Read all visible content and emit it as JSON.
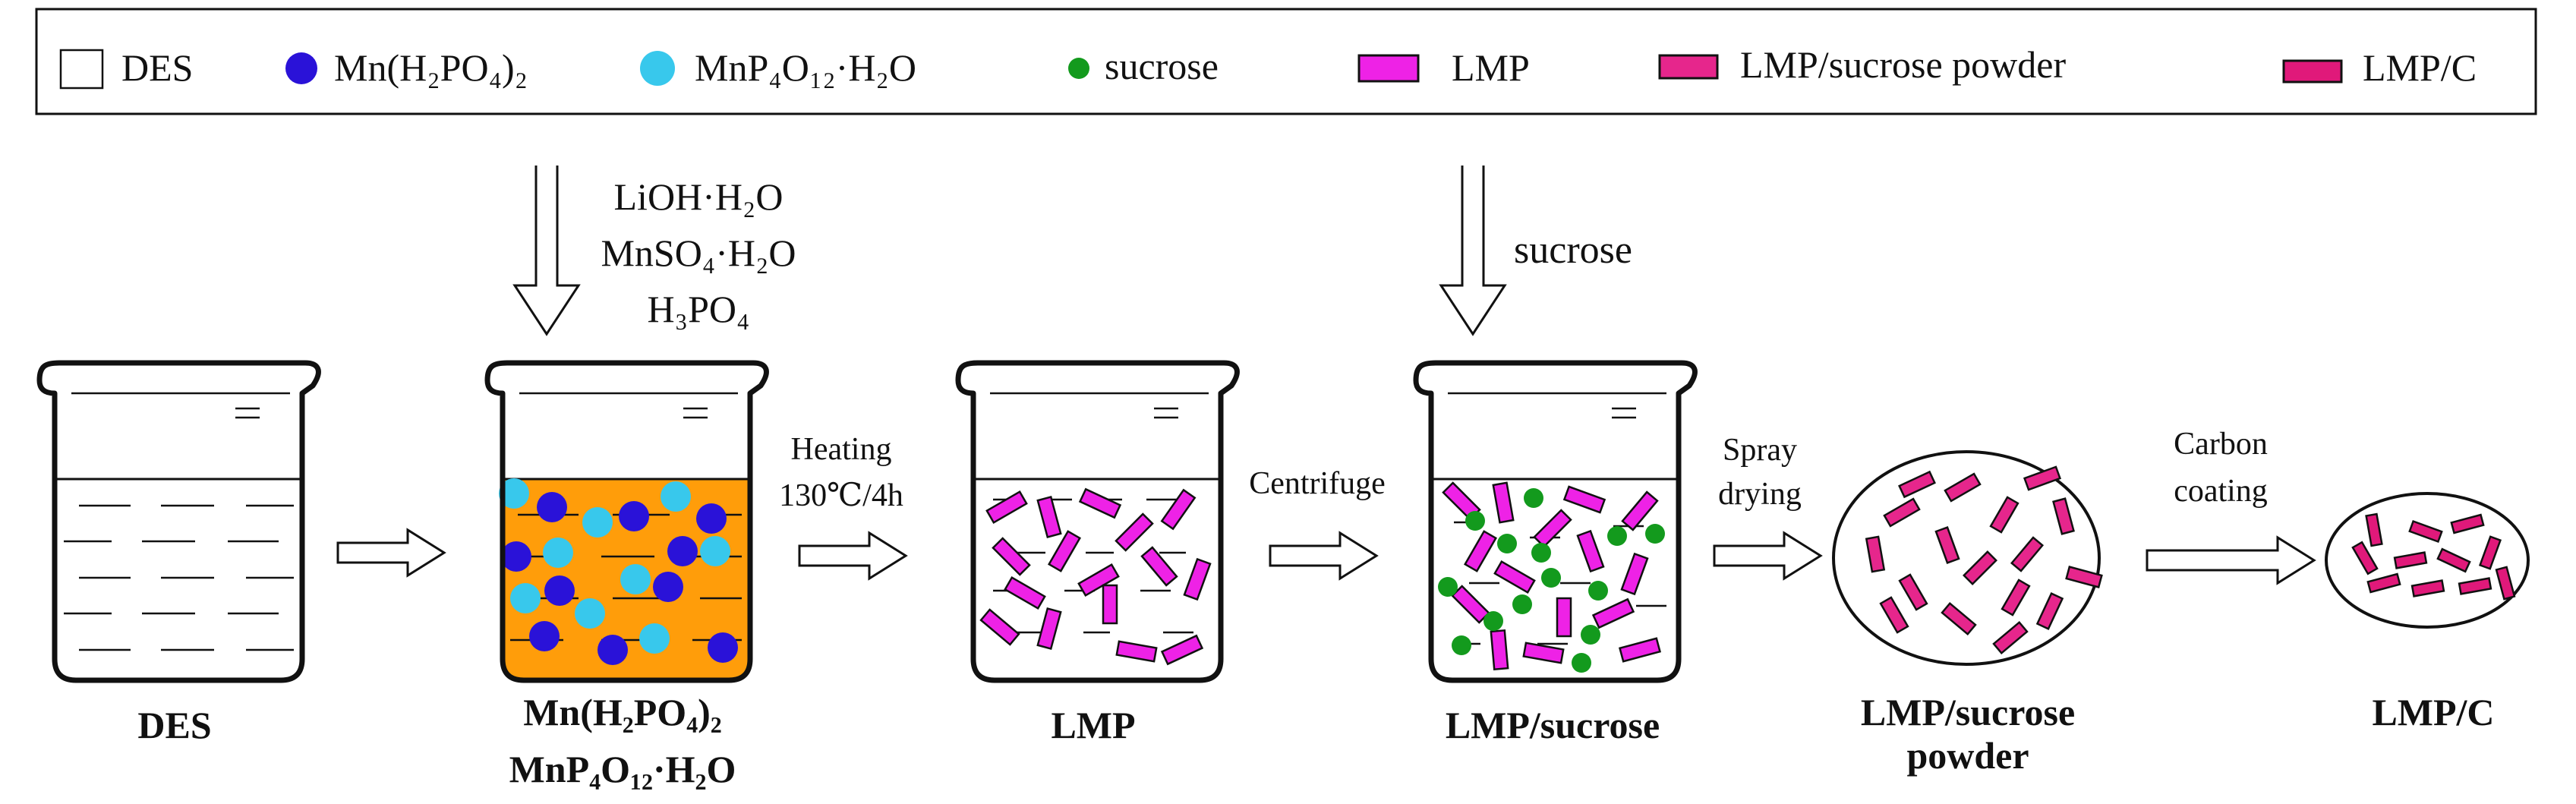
{
  "colors": {
    "mn_h2po4": "#2a12d8",
    "mnp4o12": "#38c8ec",
    "sucrose": "#139a1d",
    "lmp": "#ee22e6",
    "lmp_sucrose_powder": "#e6268c",
    "lmp_c": "#e0197a",
    "liquid_orange": "#ff9d0a",
    "ink": "#111111"
  },
  "legend": {
    "des": "DES",
    "mn_h2po4": "Mn(H₂PO₄)₂",
    "mnp4o12": "MnP₄O₁₂·H₂O",
    "sucrose": "sucrose",
    "lmp": "LMP",
    "lmp_sucrose_powder": "LMP/sucrose powder",
    "lmp_c": "LMP/C"
  },
  "reagents": {
    "line1": "LiOH·H₂O",
    "line2": "MnSO₄·H₂O",
    "line3": "H₃PO₄",
    "sucrose_add": "sucrose"
  },
  "steps": {
    "heating_line1": "Heating",
    "heating_line2": "130℃/4h",
    "centrifuge": "Centrifuge",
    "spray_line1": "Spray",
    "spray_line2": "drying",
    "carbon_line1": "Carbon",
    "carbon_line2": "coating"
  },
  "stages": {
    "des": "DES",
    "mn_line1": "Mn(H₂PO₄)₂",
    "mn_line2": "MnP₄O₁₂·H₂O",
    "lmp": "LMP",
    "lmp_sucrose": "LMP/sucrose",
    "powder_line1": "LMP/sucrose",
    "powder_line2": "powder",
    "lmp_c": "LMP/C"
  }
}
